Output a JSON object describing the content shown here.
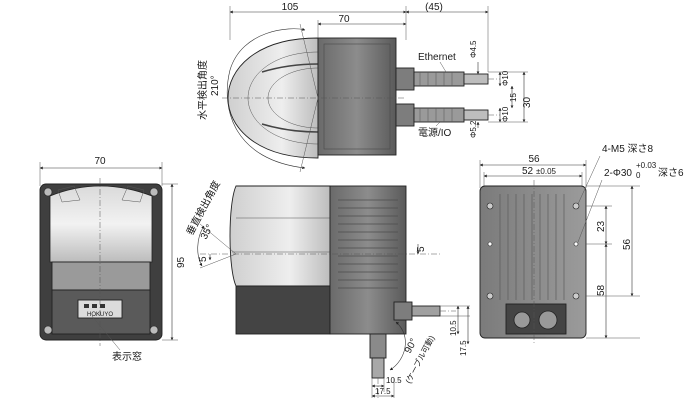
{
  "top_view": {
    "dim_total_width": "105",
    "dim_body_width": "70",
    "dim_cable_ref": "(45)",
    "horizontal_angle_label": "水平検出角度",
    "horizontal_angle_value": "210°",
    "ethernet_label": "Ethernet",
    "dim_phi_4_5": "Φ4.5",
    "dim_phi_10_a": "Φ10",
    "dim_15": "15",
    "dim_30": "30",
    "dim_phi_10_b": "Φ10",
    "dim_phi_5_2": "Φ5.2",
    "power_label": "電源/IO"
  },
  "front_view": {
    "dim_width": "70",
    "dim_height": "95",
    "display_label": "表示窓",
    "brand_label": "HOKUYO"
  },
  "side_view": {
    "vertical_angle_label": "垂直検出角度",
    "vertical_angle_value": "35°",
    "dim_5_left": "5",
    "dim_5_right": "5",
    "dim_10_5_right": "10.5",
    "dim_17_5_right": "17.5",
    "cable_angle": "90°",
    "cable_movable": "(ケーブル可動)",
    "dim_10_5_bottom": "10.5",
    "dim_17_5_bottom": "17.5"
  },
  "rear_view": {
    "dim_56_top": "56",
    "dim_52": "52",
    "dim_52_tol": "±0.05",
    "tap_label": "4-M5 深さ8",
    "hole_label": "2-Φ30",
    "hole_tol": "+0.03",
    "hole_tol_low": "0",
    "hole_depth": "深さ6",
    "dim_23": "23",
    "dim_56_side": "56",
    "dim_58": "58"
  }
}
